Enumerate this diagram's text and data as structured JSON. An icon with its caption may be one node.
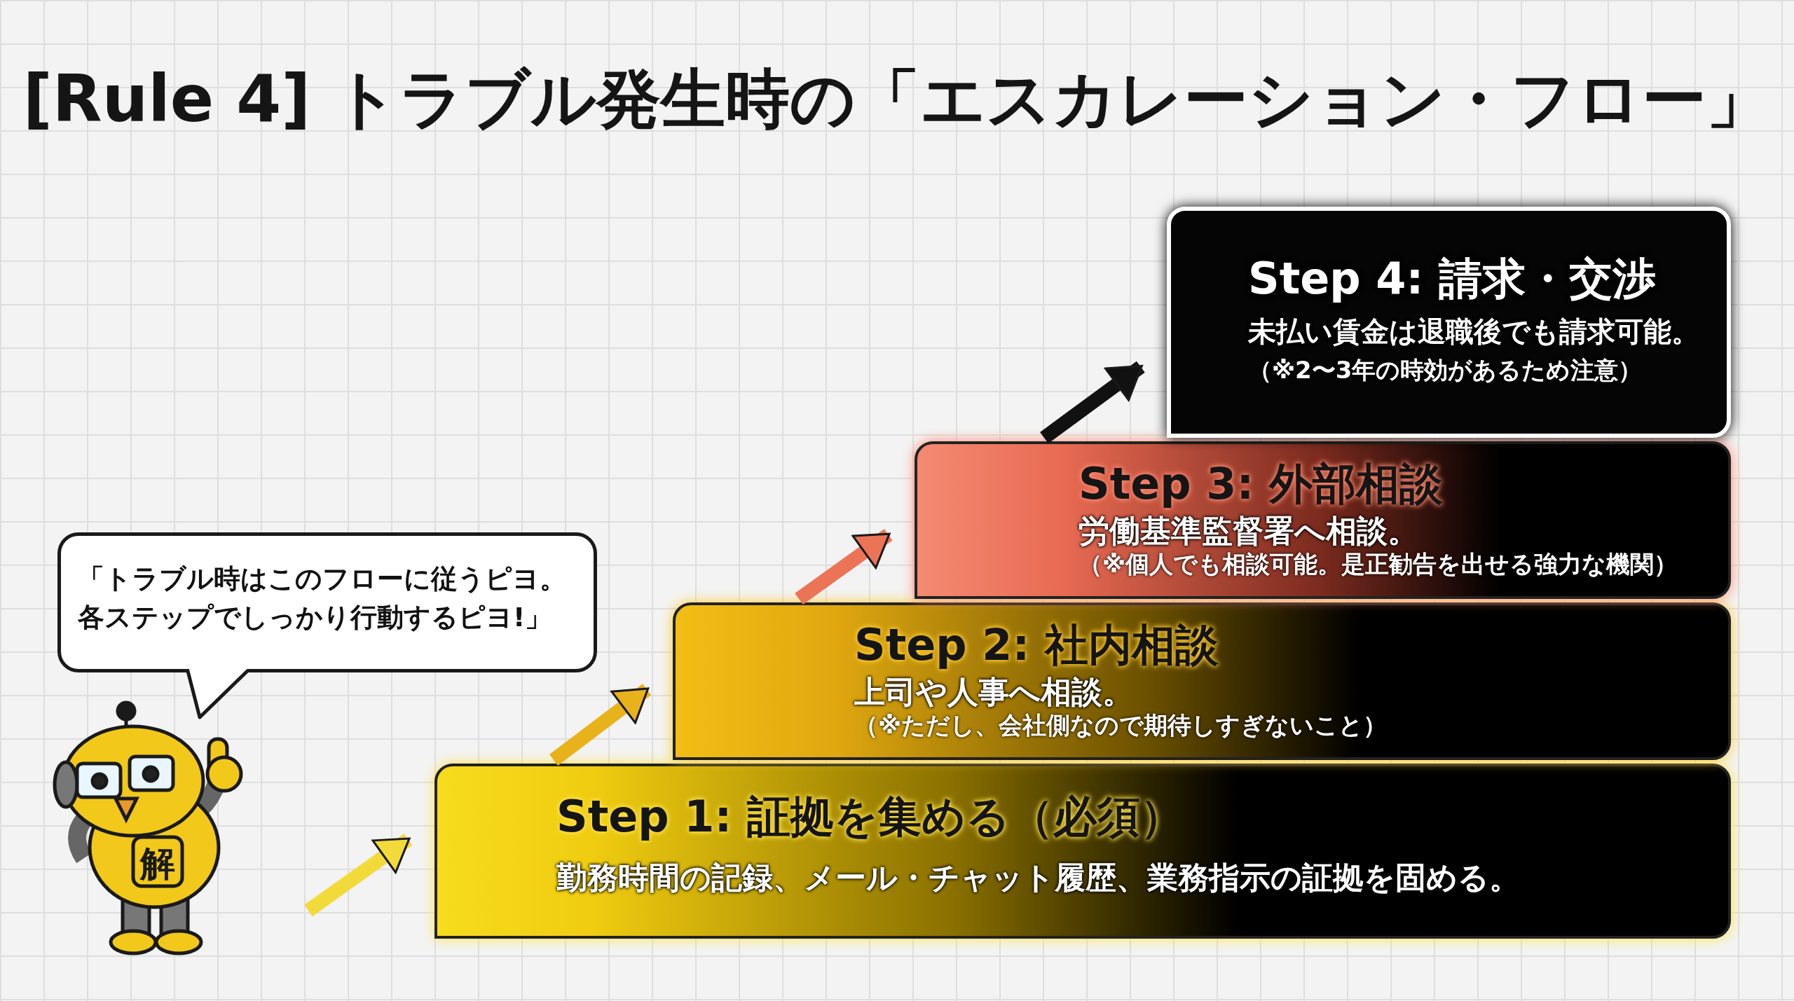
{
  "diagram": {
    "title": "[Rule 4] トラブル発生時の「エスカレーション・フロー」",
    "nodes": [
      {
        "text": [
          "「トラブル時はこのフローに従うピヨ。各ステップでしっかり行動するピヨ!」"
        ]
      },
      {
        "text": [
          "Step 1: 証拠を集める（必須）",
          "勤務時間の記録、メール・チャット履歴、業務指示の証拠を固める。"
        ]
      },
      {
        "text": [
          "Step 2: 社内相談",
          "上司や人事へ相談。",
          "（※ただし、会社側なので期待しすぎないこと）"
        ]
      },
      {
        "text": [
          "Step 3: 外部相談",
          "労働基準監督署へ相談。",
          "（※個人でも相談可能。是正勧告を出せる強力な機関）"
        ]
      },
      {
        "text": [
          "Step 4: 請求・交渉",
          "未払い賃金は退職後でも請求可能。",
          "（※2〜3年の時効があるため注意）"
        ]
      }
    ],
    "edges": [
      {
        "from": null,
        "to": 1,
        "arrow": "to",
        "color": "#f2da3a"
      },
      {
        "from": 1,
        "to": 2,
        "arrow": "to",
        "color": "#e8b21c"
      },
      {
        "from": 2,
        "to": 3,
        "arrow": "to",
        "color": "#ec7456"
      },
      {
        "from": 3,
        "to": 4,
        "arrow": "to",
        "color": "#111111"
      }
    ],
    "labels": [
      "解"
    ]
  }
}
